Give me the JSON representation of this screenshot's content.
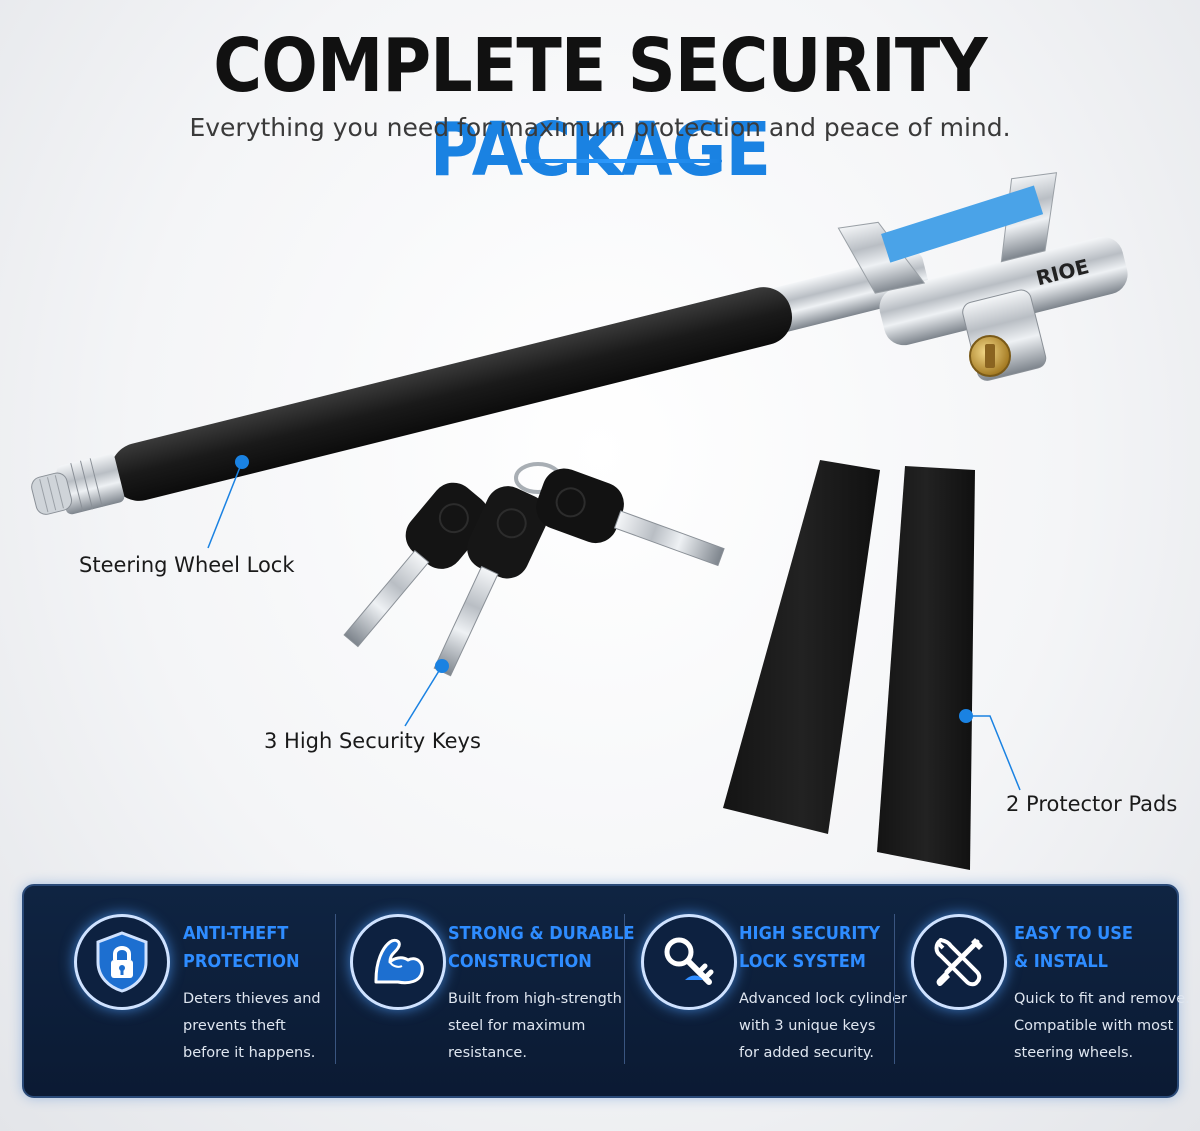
{
  "header": {
    "title_part1": "COMPLETE SECURITY",
    "title_part2": "PACKAGE",
    "subtitle": "Everything you need for maximum protection and peace of mind."
  },
  "callouts": {
    "lock": "Steering Wheel Lock",
    "keys": "3 High Security Keys",
    "pads": "2 Protector Pads"
  },
  "product": {
    "brand_mark": "RIOE"
  },
  "features": [
    {
      "title": [
        "ANTI-THEFT",
        "PROTECTION"
      ],
      "desc": [
        "Deters thieves and",
        "prevents theft",
        "before it happens."
      ],
      "icon": "shield-lock-icon"
    },
    {
      "title": [
        "STRONG & DURABLE",
        "CONSTRUCTION"
      ],
      "desc": [
        "Built from high-strength",
        "steel for maximum",
        "resistance."
      ],
      "icon": "flexed-arm-icon"
    },
    {
      "title": [
        "HIGH SECURITY",
        "LOCK SYSTEM"
      ],
      "desc": [
        "Advanced lock cylinder",
        "with 3 unique keys",
        "for added security."
      ],
      "icon": "key-icon"
    },
    {
      "title": [
        "EASY TO USE",
        "& INSTALL"
      ],
      "desc": [
        "Quick to fit and remove.",
        "Compatible with most",
        "steering wheels."
      ],
      "icon": "wrench-screwdriver-icon"
    }
  ],
  "colors": {
    "accent": "#1a82e2",
    "panel": "#0b1a33",
    "title_text": "#111111"
  }
}
